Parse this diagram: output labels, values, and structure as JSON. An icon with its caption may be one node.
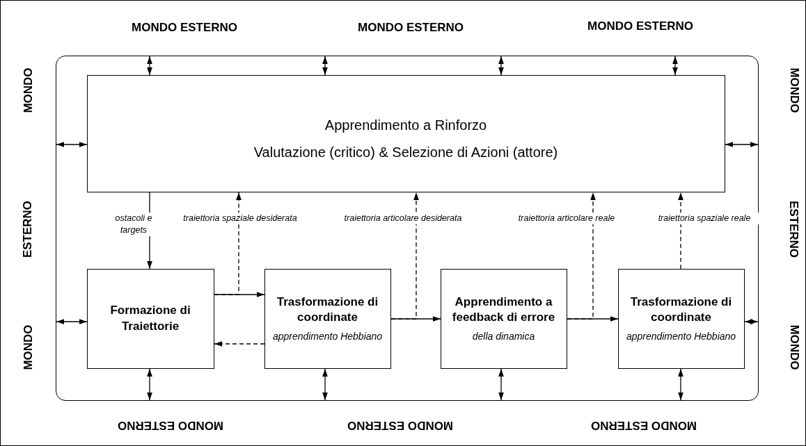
{
  "diagram": {
    "nodes": [
      {
        "text": [],
        "shape": "box"
      },
      {
        "text": [
          "Apprendimento a Rinforzo",
          "Valutazione (critico) & Selezione di Azioni (attore)"
        ],
        "in": 0
      },
      {
        "text": [
          "Formazione di Traiettorie"
        ],
        "in": 0
      },
      {
        "text": [
          "Trasformazione di coordinate",
          "apprendimento Hebbiano"
        ],
        "in": 0
      },
      {
        "text": [
          "Apprendimento a feedback di errore",
          "della dinamica"
        ],
        "in": 0
      },
      {
        "text": [
          "Trasformazione di coordinate",
          "apprendimento Hebbiano"
        ],
        "in": 0
      }
    ],
    "edges": [
      {
        "from": 1,
        "to": 0,
        "arrow": "both"
      },
      {
        "from": 1,
        "to": 0,
        "arrow": "both"
      },
      {
        "from": 1,
        "to": 0,
        "arrow": "both"
      },
      {
        "from": 1,
        "to": 0,
        "arrow": "both"
      },
      {
        "from": 1,
        "to": 0,
        "arrow": "both"
      },
      {
        "from": 1,
        "to": 0,
        "arrow": "both"
      },
      {
        "from": 1,
        "to": 2,
        "arrow": "to",
        "label": "ostacoli e targets"
      },
      {
        "from": 2,
        "to": 3,
        "arrow": "to"
      },
      {
        "from": 2,
        "to": 1,
        "arrow": "to",
        "style": "dashed",
        "label": "traiettoria spaziale desiderata"
      },
      {
        "from": 3,
        "to": 2,
        "arrow": "to",
        "style": "dashed"
      },
      {
        "from": 3,
        "to": 4,
        "arrow": "to"
      },
      {
        "from": 3,
        "to": 1,
        "arrow": "to",
        "style": "dashed",
        "label": "traiettoria articolare desiderata"
      },
      {
        "from": 4,
        "to": 5,
        "arrow": "to"
      },
      {
        "from": 4,
        "to": 1,
        "arrow": "to",
        "style": "dashed",
        "label": "traiettoria articolare reale"
      },
      {
        "from": 5,
        "to": 1,
        "arrow": "to",
        "style": "dashed",
        "label": "traiettoria spaziale reale"
      },
      {
        "from": 2,
        "to": 0,
        "arrow": "both"
      },
      {
        "from": 5,
        "to": 0,
        "arrow": "both"
      },
      {
        "from": 2,
        "to": 0,
        "arrow": "both"
      },
      {
        "from": 3,
        "to": 0,
        "arrow": "both"
      },
      {
        "from": 4,
        "to": 0,
        "arrow": "both"
      },
      {
        "from": 5,
        "to": 0,
        "arrow": "both"
      }
    ],
    "labels": [
      "MONDO ESTERNO",
      "MONDO ESTERNO",
      "MONDO ESTERNO",
      "MONDO",
      "ESTERNO",
      "MONDO",
      "MONDO",
      "ESTERNO",
      "MONDO",
      "MONDO ESTERNO",
      "MONDO ESTERNO",
      "MONDO ESTERNO"
    ]
  }
}
